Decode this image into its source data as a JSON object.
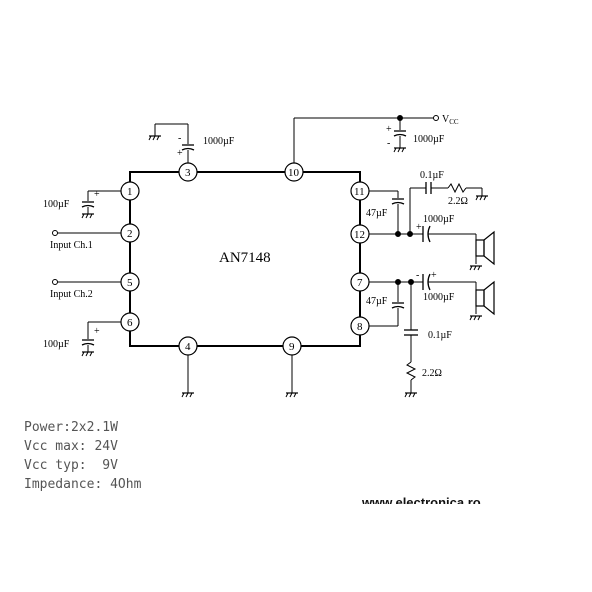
{
  "chip": {
    "name": "AN7148"
  },
  "pins": [
    "1",
    "2",
    "3",
    "4",
    "5",
    "6",
    "7",
    "8",
    "9",
    "10",
    "11",
    "12"
  ],
  "labels": {
    "input_ch1": "Input Ch.1",
    "input_ch2": "Input Ch.2",
    "vcc": "V",
    "vcc_sub": "CC",
    "cap_pin1": "100µF",
    "cap_pin6": "100µF",
    "cap_pin3": "1000µF",
    "cap_vcc": "1000µF",
    "cap_pin11": "47µF",
    "cap_pin8": "47µF",
    "cap_out1": "1000µF",
    "cap_out2": "1000µF",
    "cap_zobel1": "0.1µF",
    "res_zobel1": "2.2Ω",
    "cap_zobel2": "0.1µF",
    "res_zobel2": "2.2Ω",
    "plus": "+",
    "minus": "-"
  },
  "notes": [
    "Power:2x2.1W",
    "Vcc max: 24V",
    "Vcc typ:  9V",
    "Impedance: 4Ohm"
  ],
  "website": "www.electronica.ro"
}
